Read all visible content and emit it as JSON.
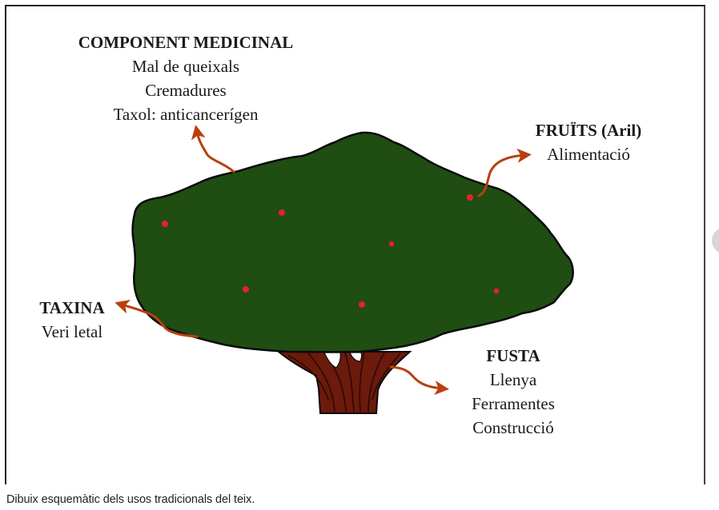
{
  "figure": {
    "alt": "Dibuix esquemàtic dels usos tradicionals del teix",
    "colors": {
      "foliage": "#1f4d12",
      "foliage_outline": "#0a0a0a",
      "trunk": "#6b1a0c",
      "trunk_lines": "#2a0a04",
      "berry": "#e8202a",
      "arrow": "#b8400f",
      "text": "#1a1a1a"
    },
    "labels": {
      "medicinal": {
        "title": "COMPONENT MEDICINAL",
        "lines": [
          "Mal de queixals",
          "Cremadures",
          "Taxol: anticancerígen"
        ]
      },
      "fruits": {
        "title": "FRUÏTS (Aril)",
        "lines": [
          "Alimentació"
        ]
      },
      "taxina": {
        "title": "TAXINA",
        "lines": [
          "Veri letal"
        ]
      },
      "fusta": {
        "title": "FUSTA",
        "lines": [
          "Llenya",
          "Ferramentes",
          "Construcció"
        ]
      }
    },
    "berries_count": 7
  },
  "caption": "Dibuix esquemàtic dels usos tradicionals del teix.",
  "navigation": {
    "next_icon": "circle-next-icon"
  }
}
